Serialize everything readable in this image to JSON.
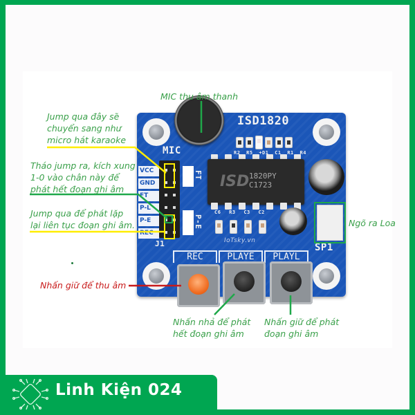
{
  "board": {
    "title": "ISD1820",
    "mic_label": "MIC",
    "chip": {
      "logo": "ISD",
      "line1": "1820PY",
      "line2": "C1723"
    },
    "top_components": [
      "R2",
      "R5",
      "+D1",
      "C1",
      "R1",
      "R4"
    ],
    "mid_components": [
      "C6",
      "R3",
      "C3",
      "C2"
    ],
    "header_label": "J1",
    "header_pins": [
      "VCC",
      "GND",
      "FT",
      "P-L",
      "P-E",
      "REC"
    ],
    "jumper_labels": {
      "ft": "FT",
      "pe": "P-E"
    },
    "watermark": "IoTsky.vn",
    "speaker_connector": "SP1",
    "buttons": [
      {
        "label": "REC",
        "color": "red"
      },
      {
        "label": "PLAYE",
        "color": "black"
      },
      {
        "label": "PLAYL",
        "color": "black"
      }
    ]
  },
  "annotations": {
    "mic": "MIC thu âm thanh",
    "karaoke": [
      "Jump qua đây sẽ",
      "chuyển sang như",
      "micro hát karaoke"
    ],
    "ft_pulse": [
      "Tháo jump ra, kích xung",
      "1-0 vào chân này để",
      "phát hết đoạn ghi âm"
    ],
    "loop": [
      "Jump qua để phát lặp",
      "lại liên tục đoạn ghi âm."
    ],
    "rec": "Nhấn giữ để thu âm",
    "playe": [
      "Nhấn nhả để phát",
      "hết đoạn ghi âm"
    ],
    "playl": [
      "Nhấn giữ để phát",
      "đoạn ghi âm"
    ],
    "speaker": "Ngõ ra Loa"
  },
  "brand": {
    "name": "Linh Kiện 024",
    "icon": "chip-circuit-icon"
  },
  "colors": {
    "brand_green": "#00a651",
    "board_blue": "#1b56b8",
    "annotation_green": "#3aa04a",
    "highlight_yellow": "#ffed00",
    "annotation_red": "#c81a1a"
  }
}
